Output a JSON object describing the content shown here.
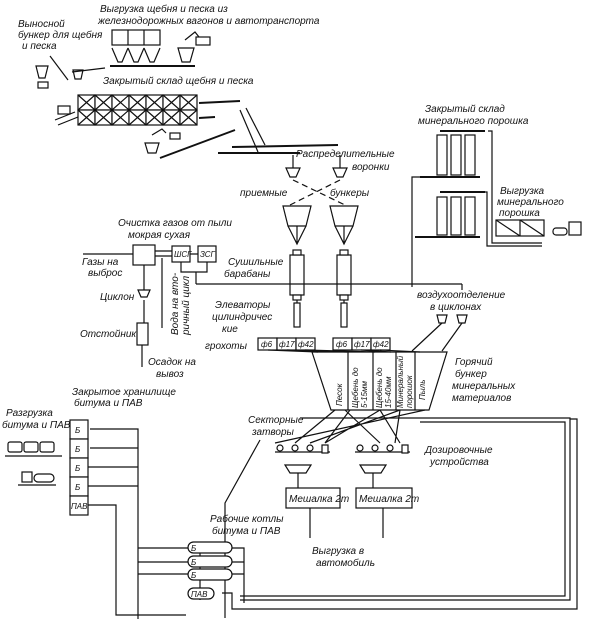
{
  "labels": {
    "unload_top": [
      "Выгрузка щебня и песка из",
      "железнодорожных вагонов и автотранспорта"
    ],
    "remote_bunker": [
      "Выносной",
      "бункер для щебня",
      "и песка"
    ],
    "closed_store": "Закрытый склад щебня и песка",
    "distrib_funnels": [
      "Распределительные",
      "воронки"
    ],
    "receiving_left": "приемные",
    "receiving_right": "бункеры",
    "powder_store": [
      "Закрытый склад",
      "минерального порошка"
    ],
    "powder_unload": [
      "Выгрузка",
      "минерального",
      "порошка"
    ],
    "gas_cleaning": [
      "Очистка газов от пыли",
      "мокрая сухая"
    ],
    "box_wet": "ШСГ",
    "box_dry": "ЗСГ",
    "gases_out": [
      "Газы на",
      "выброс"
    ],
    "dryers": [
      "Сушильные",
      "барабаны"
    ],
    "cyclone": "Циклон",
    "settler": "Отстойник",
    "sediment": [
      "Осадок на",
      "вывоз"
    ],
    "water": [
      "Вода на вто-",
      "ричный цикл"
    ],
    "elevators": [
      "Элеваторы",
      "цилиндричес",
      "кие"
    ],
    "screens": "грохоты",
    "screen_sizes_left": [
      "ф6",
      "ф17",
      "ф42"
    ],
    "screen_sizes_right": [
      "ф6",
      "ф17",
      "ф42"
    ],
    "air_sep": [
      "воздухоотделение",
      "в циклонах"
    ],
    "hot_bunker": [
      "Горячий",
      "бункер",
      "минеральных",
      "материалов"
    ],
    "bunker_compartments": [
      "Песок",
      "Щебень до 5-15мм",
      "Щебень до 15-40мм",
      "Минеральный порошок",
      "Пыль"
    ],
    "bitumen_store": [
      "Закрытое хранилище",
      "битума и ПАВ"
    ],
    "bitumen_unload": [
      "Разгрузка",
      "битума и ПАВ"
    ],
    "tanks": [
      "Б",
      "Б",
      "Б",
      "Б",
      "ПАВ"
    ],
    "sector_gates": [
      "Секторные",
      "затворы"
    ],
    "dosing": [
      "Дозировочные",
      "устройства"
    ],
    "mixer_left": "Мешалка 2т",
    "mixer_right": "Мешалка 2т",
    "truck_unload": [
      "Выгрузка в",
      "автомобиль"
    ],
    "kettles_label": [
      "Рабочие котлы",
      "битума и ПАВ"
    ],
    "kettles": [
      "Б",
      "Б",
      "Б",
      "ПАВ"
    ]
  }
}
